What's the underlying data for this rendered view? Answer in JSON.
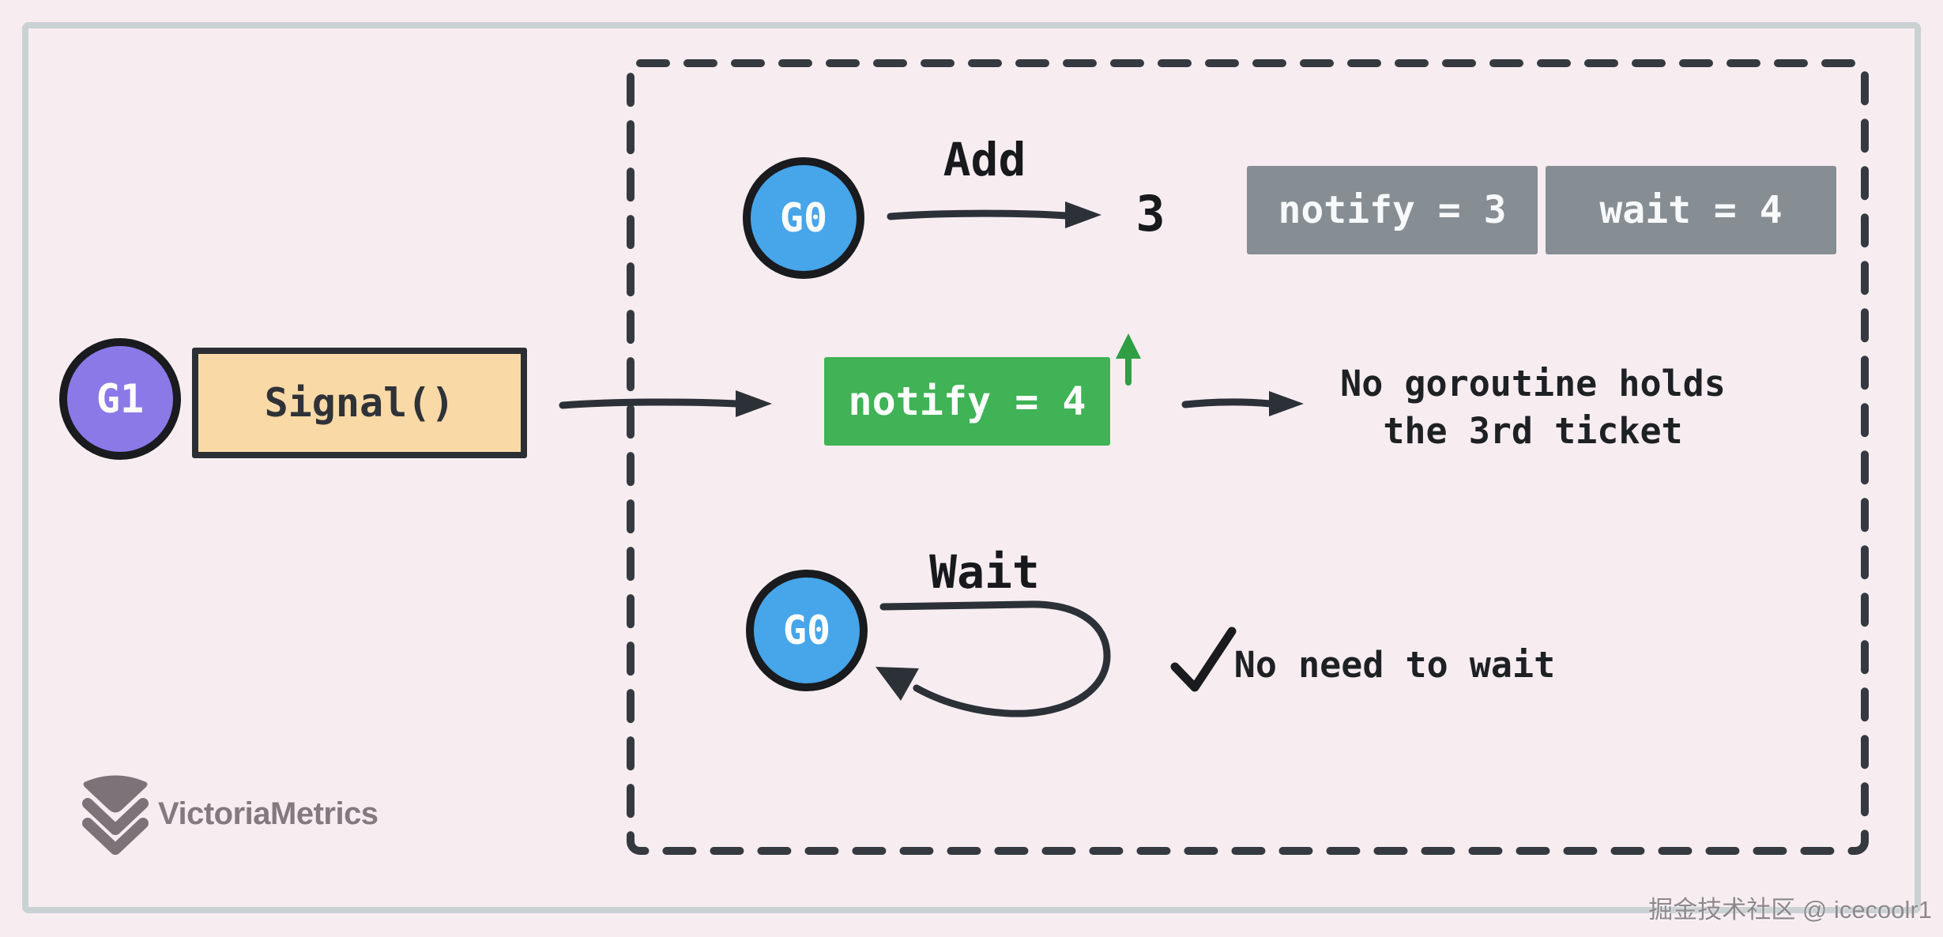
{
  "watermark": "掘金技术社区 @ icecoolr1",
  "brand": {
    "name": "VictoriaMetrics"
  },
  "signal_flow": {
    "goroutine_label": "G1",
    "action_label": "Signal()"
  },
  "add_row": {
    "goroutine_label": "G0",
    "arrow_label": "Add",
    "added_value": "3",
    "counters": [
      {
        "text": "notify = 3"
      },
      {
        "text": "wait = 4"
      }
    ]
  },
  "notify_row": {
    "counter_text": "notify = 4",
    "note_line1": "No goroutine holds",
    "note_line2": "the 3rd ticket"
  },
  "wait_row": {
    "goroutine_label": "G0",
    "arrow_label": "Wait",
    "note": "No need to wait"
  },
  "colors": {
    "background": "#f7edf1",
    "frame_border": "#c9d1d3",
    "dashed_border": "#343a40",
    "stroke_dark": "#2b3137",
    "goroutine_blue": "#47a5e9",
    "goroutine_purple": "#8b79e8",
    "signal_box_fill": "#f9d9a6",
    "counter_gray": "#868d93",
    "notify_green": "#3fb355",
    "increment_green": "#2f9e44",
    "brand_gray": "#7b7378"
  }
}
